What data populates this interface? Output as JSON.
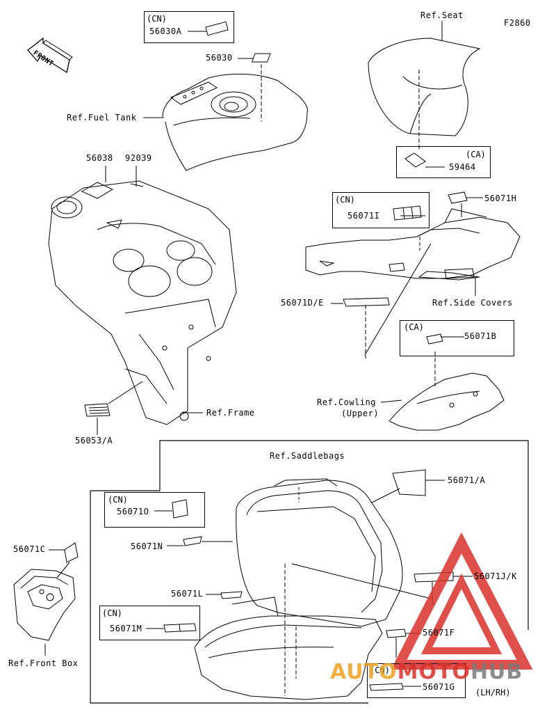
{
  "diagram_code": "F2860",
  "front_label": "FRONT",
  "refs": {
    "seat": "Ref.Seat",
    "fuel_tank": "Ref.Fuel Tank",
    "side_covers": "Ref.Side Covers",
    "cowling_line1": "Ref.Cowling",
    "cowling_line2": "(Upper)",
    "frame": "Ref.Frame",
    "saddlebags": "Ref.Saddlebags",
    "front_box": "Ref.Front Box"
  },
  "region_tags": {
    "cn": "(CN)",
    "ca": "(CA)",
    "lh_rh": "(LH/RH)"
  },
  "parts": {
    "p56030A": "56030A",
    "p56030": "56030",
    "p56038": "56038",
    "p92039": "92039",
    "p59464": "59464",
    "p56071H": "56071H",
    "p56071I": "56071I",
    "p56071DE": "56071D/E",
    "p56071B": "56071B",
    "p56053A": "56053/A",
    "p56071A": "56071/A",
    "p56071O": "56071O",
    "p56071N": "56071N",
    "p56071C": "56071C",
    "p56071JK": "56071J/K",
    "p56071L": "56071L",
    "p56071M": "56071M",
    "p56071F": "56071F",
    "p56071G": "56071G"
  },
  "watermark": {
    "text_a": "AUTO",
    "text_b": "MOTO",
    "text_c": "HUB",
    "color_red": "#d9312b",
    "color_gray": "#7a7a7a",
    "color_orange": "#f0a020"
  }
}
